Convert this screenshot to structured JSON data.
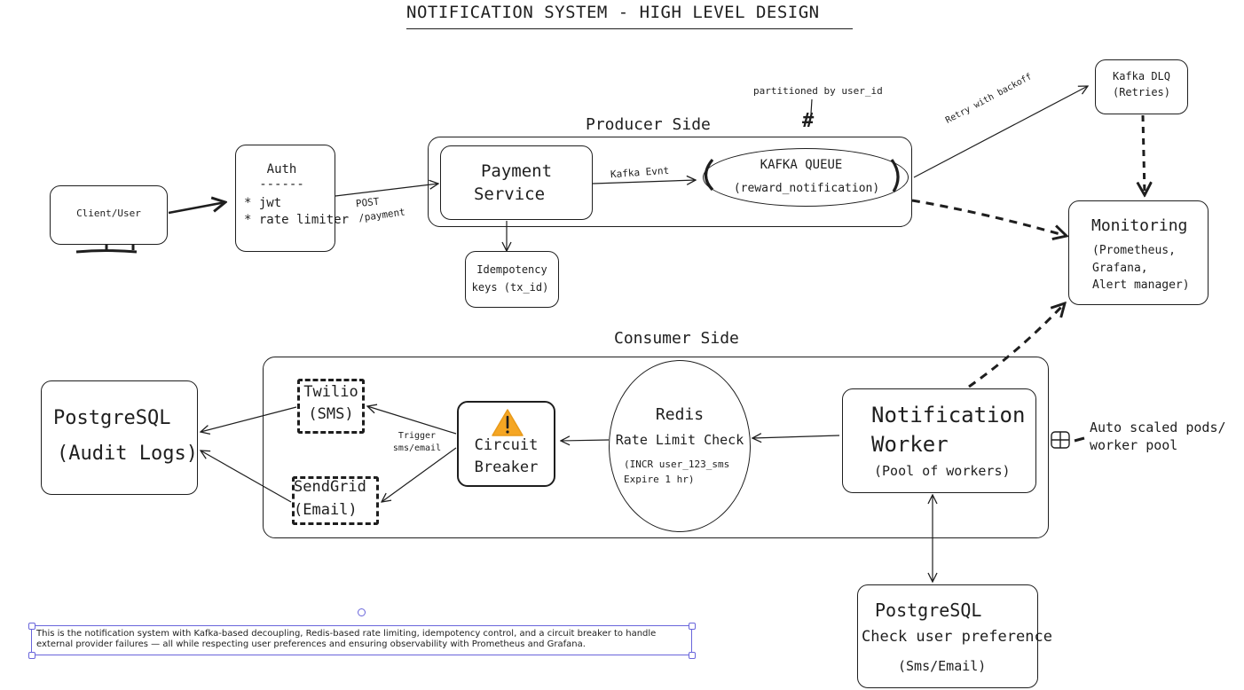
{
  "title": "NOTIFICATION SYSTEM - HIGH LEVEL DESIGN",
  "client": {
    "label": "Client/User"
  },
  "auth": {
    "title": "Auth",
    "divider": "------",
    "items": [
      "* jwt",
      "* rate limiter"
    ]
  },
  "edges": {
    "post_line1": "POST",
    "post_line2": "/payment",
    "kafka_evnt": "Kafka Evnt",
    "retry": "Retry with backoff",
    "trigger_line1": "Trigger",
    "trigger_line2": "sms/email"
  },
  "producer": {
    "label": "Producer Side",
    "payment_line1": "Payment",
    "payment_line2": "Service",
    "kafka_title": "KAFKA QUEUE",
    "kafka_topic": "(reward_notification)",
    "partition_note": "partitioned by user_id",
    "partition_symbol": "#"
  },
  "idempotency": {
    "line1": "Idempotency",
    "line2": "keys (tx_id)"
  },
  "dlq": {
    "line1": "Kafka DLQ",
    "line2": "(Retries)"
  },
  "monitoring": {
    "title": "Monitoring",
    "lines": [
      "(Prometheus,",
      "Grafana,",
      "Alert manager)"
    ]
  },
  "consumer": {
    "label": "Consumer Side",
    "twilio_line1": "Twilio",
    "twilio_line2": "(SMS)",
    "sendgrid_line1": "SendGrid",
    "sendgrid_line2": "(Email)",
    "cb_line1": "Circuit",
    "cb_line2": "Breaker",
    "warning_glyph": "!",
    "redis_title": "Redis",
    "redis_sub": "Rate Limit Check",
    "redis_cmd1": "(INCR user_123_sms",
    "redis_cmd2": "Expire 1 hr)",
    "worker_line1": "Notification",
    "worker_line2": "Worker",
    "worker_line3": "(Pool of workers)"
  },
  "autoscale": {
    "line1": "Auto scaled pods/",
    "line2": "worker pool"
  },
  "audit": {
    "line1": "PostgreSQL",
    "line2": "(Audit Logs)"
  },
  "pref": {
    "line1": "PostgreSQL",
    "line2": "Check user preference",
    "line3": "(Sms/Email)"
  },
  "note": "This is the notification system with Kafka-based decoupling, Redis-based rate limiting, idempotency control, and a circuit breaker to handle external provider failures — all while respecting user preferences and ensuring observability with Prometheus and Grafana.",
  "colors": {
    "stroke": "#1e1e1e",
    "warning": "#f5a623",
    "selection": "#6965db"
  }
}
